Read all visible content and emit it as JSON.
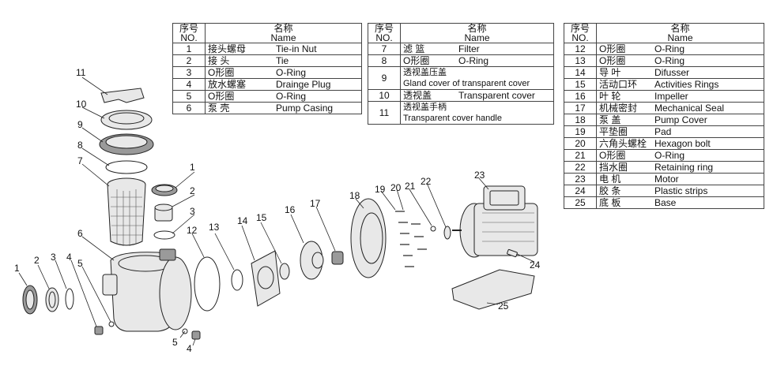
{
  "headers": {
    "no_cn": "序号",
    "no_en": "NO.",
    "name_cn": "名称",
    "name_en": "Name"
  },
  "table1": [
    {
      "no": "1",
      "cn": "接头螺母",
      "en": "Tie-in Nut"
    },
    {
      "no": "2",
      "cn": "接 头",
      "en": "Tie"
    },
    {
      "no": "3",
      "cn": "O形圈",
      "en": "O-Ring"
    },
    {
      "no": "4",
      "cn": "放水螺塞",
      "en": "Drainge Plug"
    },
    {
      "no": "5",
      "cn": "O形圈",
      "en": "O-Ring"
    },
    {
      "no": "6",
      "cn": "泵 壳",
      "en": "Pump Casing"
    }
  ],
  "table2": [
    {
      "no": "7",
      "cn": "滤 篮",
      "en": "Filter"
    },
    {
      "no": "8",
      "cn": "O形圈",
      "en": "O-Ring"
    },
    {
      "no": "9",
      "cn": "透视盖压盖",
      "en": "Gland cover of transparent cover"
    },
    {
      "no": "10",
      "cn": "透视盖",
      "en": "Transparent cover"
    },
    {
      "no": "11",
      "cn": "透视盖手柄",
      "en": "Transparent cover handle"
    }
  ],
  "table3": [
    {
      "no": "12",
      "cn": "O形圈",
      "en": "O-Ring"
    },
    {
      "no": "13",
      "cn": "O形圈",
      "en": "O-Ring"
    },
    {
      "no": "14",
      "cn": "导 叶",
      "en": "Difusser"
    },
    {
      "no": "15",
      "cn": "活动口环",
      "en": "Activities Rings"
    },
    {
      "no": "16",
      "cn": "叶 轮",
      "en": "Impeller"
    },
    {
      "no": "17",
      "cn": "机械密封",
      "en": "Mechanical Seal"
    },
    {
      "no": "18",
      "cn": "泵 盖",
      "en": "Pump Cover"
    },
    {
      "no": "19",
      "cn": "平垫圈",
      "en": "Pad"
    },
    {
      "no": "20",
      "cn": "六角头螺栓",
      "en": "Hexagon bolt"
    },
    {
      "no": "21",
      "cn": "O形圈",
      "en": "O-Ring"
    },
    {
      "no": "22",
      "cn": "挡水圈",
      "en": "Retaining ring"
    },
    {
      "no": "23",
      "cn": "电 机",
      "en": "Motor"
    },
    {
      "no": "24",
      "cn": "胶 条",
      "en": "Plastic strips"
    },
    {
      "no": "25",
      "cn": "底 板",
      "en": "Base"
    }
  ],
  "callouts": [
    "1",
    "2",
    "3",
    "4",
    "5",
    "6",
    "7",
    "8",
    "9",
    "10",
    "11",
    "12",
    "13",
    "14",
    "15",
    "16",
    "17",
    "18",
    "19",
    "20",
    "21",
    "22",
    "23",
    "24",
    "25"
  ]
}
